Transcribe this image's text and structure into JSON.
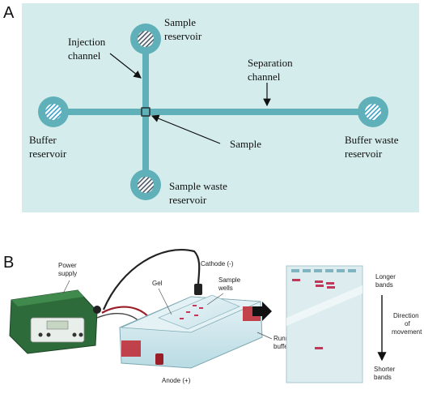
{
  "panel_a": {
    "letter": "A",
    "labels": {
      "sample_reservoir": [
        "Sample",
        "reservoir"
      ],
      "injection_channel": [
        "Injection",
        "channel"
      ],
      "separation_channel": [
        "Separation",
        "channel"
      ],
      "buffer_reservoir": [
        "Buffer",
        "reservoir"
      ],
      "sample": "Sample",
      "buffer_waste_reservoir": [
        "Buffer waste",
        "reservoir"
      ],
      "sample_waste_reservoir": [
        "Sample waste",
        "reservoir"
      ]
    },
    "colors": {
      "background": "#d4ecec",
      "channel": "#5fb0b8",
      "reservoir_ring": "#5fb0b8",
      "arrow": "#111111"
    }
  },
  "panel_b": {
    "letter": "B",
    "labels": {
      "power_supply": [
        "Power",
        "supply"
      ],
      "cathode": "Cathode (-)",
      "gel": "Gel",
      "sample_wells": [
        "Sample",
        "wells"
      ],
      "running_buffer": [
        "Running",
        "buffer"
      ],
      "anode": "Anode (+)",
      "longer_bands": [
        "Longer",
        "bands"
      ],
      "direction_of_movement": [
        "Direction",
        "of",
        "movement"
      ],
      "shorter_bands": [
        "Shorter",
        "bands"
      ]
    },
    "colors": {
      "device_green": "#2e6b3a",
      "buffer_tank": "#cfe6ec",
      "gel": "#dcecef",
      "band": "#c0395a",
      "electrode_red": "#c0303a",
      "wire": "#222222"
    }
  }
}
